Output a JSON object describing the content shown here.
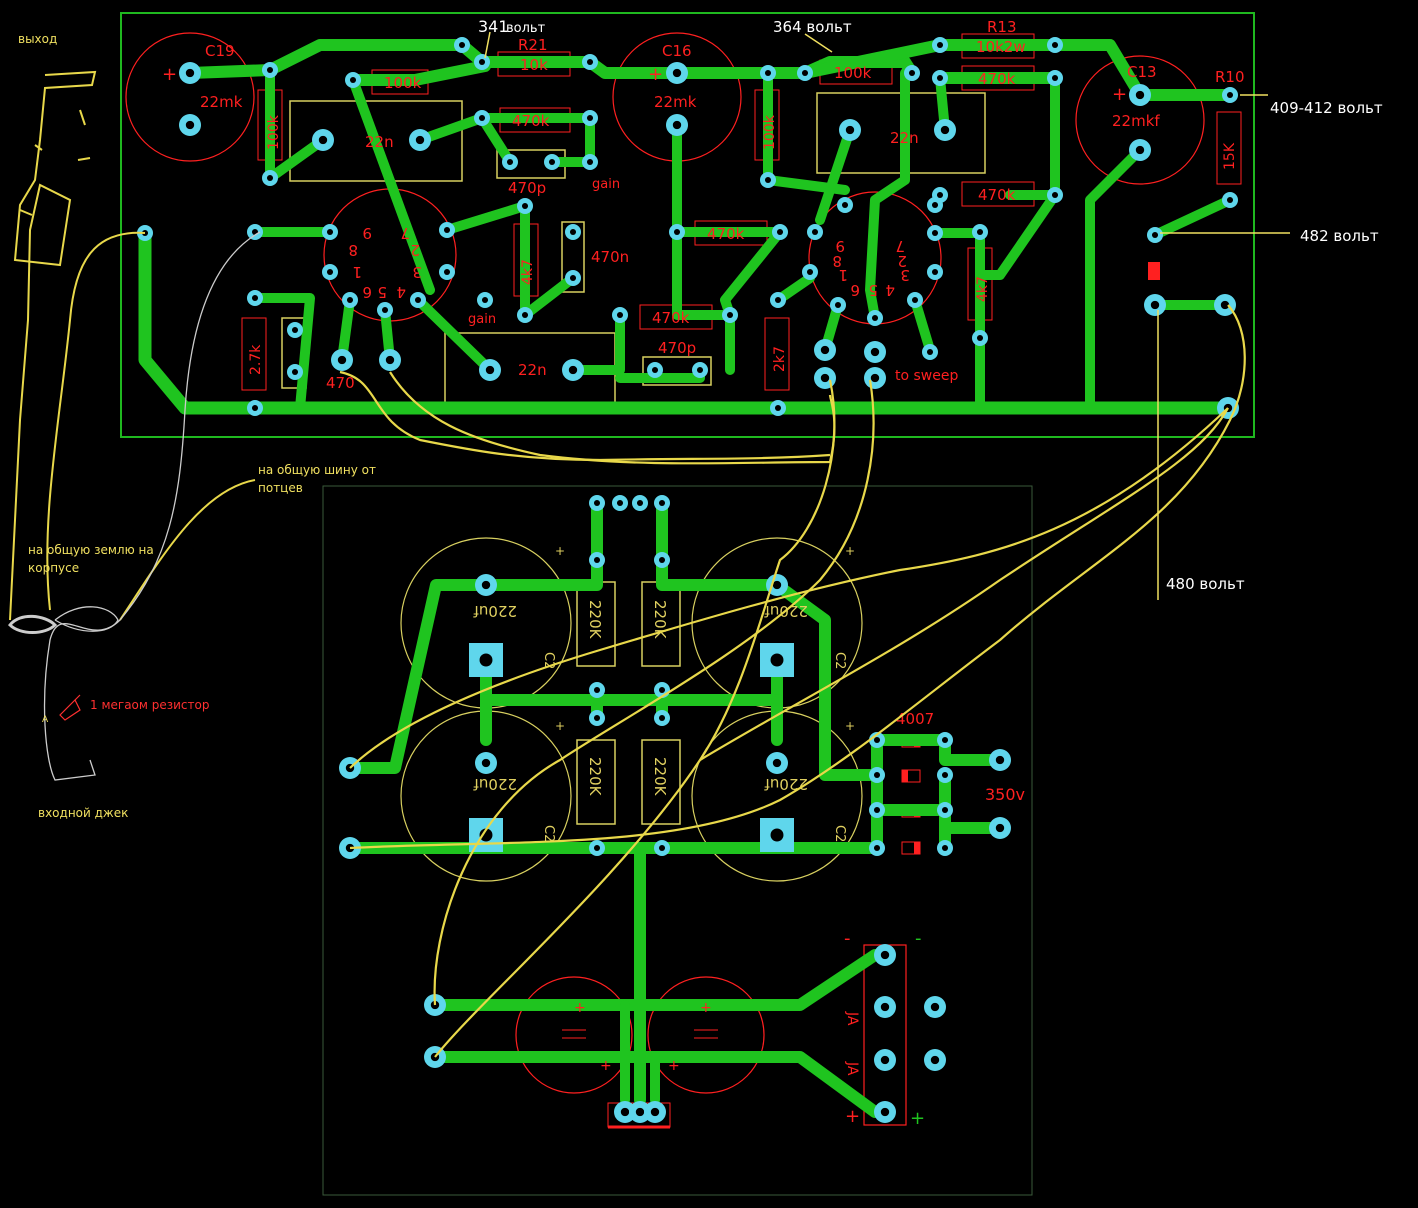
{
  "colors": {
    "background": "#000000",
    "board_outline": "#1fb81f",
    "track": "#1fc41f",
    "pad": "#5fd6ec",
    "label": "#ff2020",
    "silk": "#e0d060",
    "wire": "#f3e23e",
    "annotation": "#ffffff"
  },
  "annotations": {
    "v341": "341",
    "v341_unit": "вольт",
    "v364": "364 вольт",
    "v409": "409-412 вольт",
    "v482": "482 вольт",
    "v480": "480 вольт",
    "v350": "350v",
    "vyhod": "выход",
    "bus": "на общую шину от",
    "bus2": "потцев",
    "ground": "на общую землю на",
    "ground2": "корпусе",
    "resistor1m": "1 мегаом резистор",
    "jack": "входной джек"
  },
  "components": {
    "c19": "C19",
    "c19v": "22mk",
    "c16": "C16",
    "c16v": "22mk",
    "c13": "C13",
    "c13v": "22mkf",
    "r21": "R21",
    "r21v": "10k",
    "r13": "R13",
    "r13v": "10k2w",
    "r10": "R10",
    "r10v": "15K",
    "r100k_a": "100k",
    "r100k_b": "100k",
    "r100k_c": "100k",
    "r100k_d": "100k",
    "r470k_a": "470k",
    "r470k_b": "470k",
    "r470k_c": "470k",
    "r470k_d": "470k",
    "r470k_e": "470k",
    "r4k7_a": "4k7",
    "r4k7_b": "4k7",
    "r2k7_a": "2.7k",
    "r2k7_b": "2k7",
    "cap22n_a": "22n",
    "cap22n_b": "22n",
    "cap22n_c": "22n",
    "cap470p_a": "470p",
    "cap470p_b": "470p",
    "cap470n": "470n",
    "c470_small": "470",
    "gain_a": "gain",
    "gain_b": "gain",
    "to_sweep": "to sweep",
    "d4007": "4007",
    "c220_1": "220uf",
    "c220_2": "220uf",
    "c220_3": "220uf",
    "c220_4": "220uf",
    "c2_1": "C2",
    "c2_2": "C2",
    "c2_3": "C2",
    "c2_4": "C2",
    "r220k_1": "220K",
    "r220k_2": "220K",
    "r220k_3": "220K",
    "r220k_4": "220K",
    "diode_a": "JA",
    "diode_b": "JA",
    "plus": "+",
    "minus": "-",
    "tube_pins": [
      "9",
      "7",
      "8",
      "2",
      "1",
      "3",
      "4",
      "5",
      "6"
    ]
  }
}
